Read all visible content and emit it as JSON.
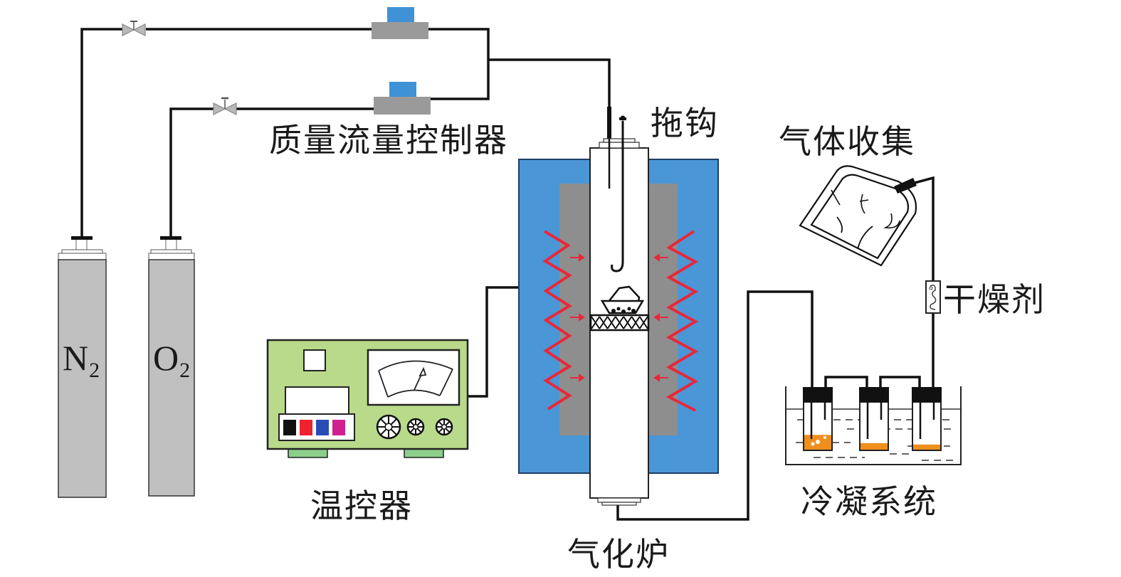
{
  "diagram": {
    "title": "Biomass gasification experimental setup",
    "labels": {
      "mass_flow_controller": "质量流量控制器",
      "drag_hook": "拖钩",
      "gas_collection": "气体收集",
      "desiccant": "干燥剂",
      "temperature_controller": "温控器",
      "gasifier": "气化炉",
      "condensation_system": "冷凝系统"
    },
    "cylinders": [
      {
        "element": "N",
        "subscript": "2"
      },
      {
        "element": "O",
        "subscript": "2"
      }
    ],
    "colors": {
      "furnace_outer": "#4a96d6",
      "furnace_inner": "#8e8e8e",
      "heater_coil": "#e8283a",
      "controller_body": "#b8da8a",
      "controller_feet": "#8ccf8a",
      "cylinder": "#c0c0c0",
      "flow_ctrl_body": "#9a9a9a",
      "flow_ctrl_top": "#3f92d6",
      "condensate": "#ef8f1e",
      "line": "#111111"
    },
    "controller_swatches": [
      "#111111",
      "#ee2230",
      "#2a4db5",
      "#d0208f"
    ]
  }
}
